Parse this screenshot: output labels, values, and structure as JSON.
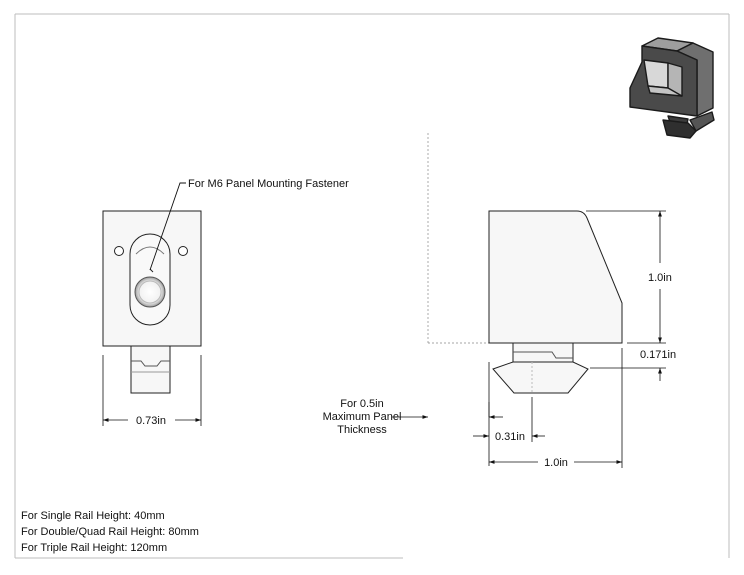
{
  "callouts": {
    "fastener": "For M6 Panel Mounting Fastener",
    "panel_line1": "For 0.5in",
    "panel_line2": "Maximum Panel",
    "panel_line3": "Thickness"
  },
  "dimensions": {
    "front_width": "0.73in",
    "side_height": "1.0in",
    "tab_height": "0.171in",
    "tab_offset": "0.31in",
    "side_width": "1.0in"
  },
  "notes": [
    "For Single Rail Height: 40mm",
    "For Double/Quad Rail Height: 80mm",
    "For Triple Rail Height: 120mm"
  ]
}
